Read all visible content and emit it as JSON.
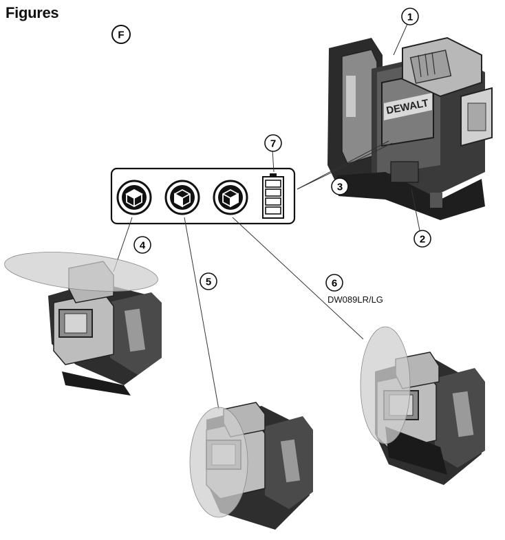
{
  "document": {
    "title": "Figures",
    "figure_letter": "F",
    "model_note": "DW089LR/LG"
  },
  "callouts": [
    {
      "number": "1",
      "target": "laser-head-window"
    },
    {
      "number": "2",
      "target": "base-pivot"
    },
    {
      "number": "3",
      "target": "control-keypad"
    },
    {
      "number": "4",
      "target": "horizontal-plane-mode-button"
    },
    {
      "number": "5",
      "target": "vertical-plane-mode-button"
    },
    {
      "number": "6",
      "target": "second-vertical-plane-mode-button"
    },
    {
      "number": "7",
      "target": "battery-level-indicator"
    }
  ],
  "keypad": {
    "buttons": [
      {
        "icon": "cube-top-icon"
      },
      {
        "icon": "cube-side-icon"
      },
      {
        "icon": "cube-front-icon"
      }
    ],
    "battery_icon": "battery-icon",
    "battery_bars": 4
  },
  "colors": {
    "laser_plane": "#cfcfcf",
    "device_dark": "#2b2b2b",
    "device_mid": "#7a7a7a",
    "device_light": "#bdbdbd"
  }
}
